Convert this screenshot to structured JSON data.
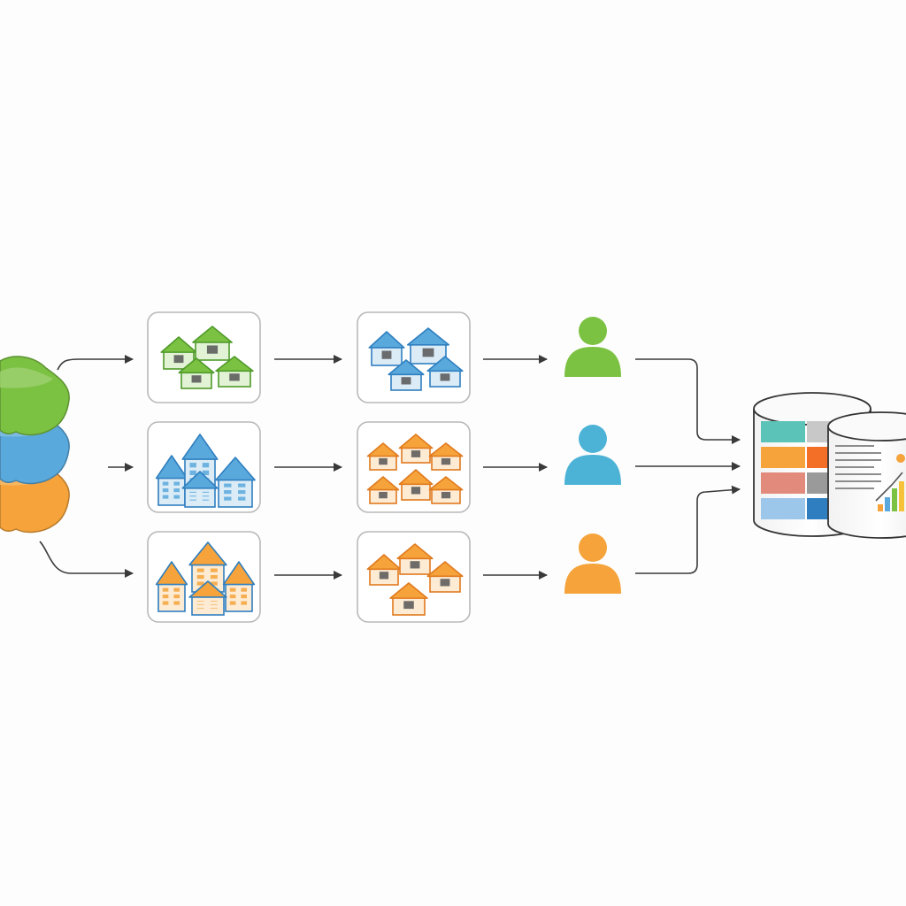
{
  "colors": {
    "green": "#7cc242",
    "green_dark": "#4f9a2a",
    "blue": "#5aa9dc",
    "blue_dark": "#2f7fc0",
    "teal": "#4db3d6",
    "orange": "#f5a33a",
    "orange_dark": "#e07a1f",
    "arrow": "#3a3a3a",
    "panel_border": "#b9b9b9",
    "panel_fill": "#ffffff"
  },
  "nodes": {
    "layers": [
      "green",
      "blue",
      "orange"
    ],
    "rows": [
      {
        "stage1": "green-houses",
        "stage2": "blue-houses",
        "person": "green"
      },
      {
        "stage1": "blue-buildings",
        "stage2": "orange-houses",
        "person": "teal"
      },
      {
        "stage1": "orange-buildings",
        "stage2": "orange-red-houses",
        "person": "orange"
      }
    ],
    "sink": "database-report-icon"
  }
}
